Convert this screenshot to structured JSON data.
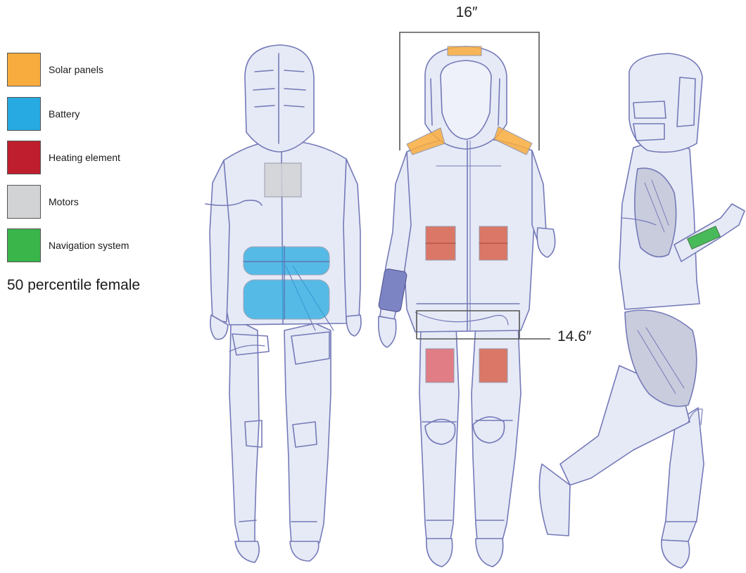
{
  "legend": {
    "items": [
      {
        "label": "Solar panels",
        "color": "#F9AC3E"
      },
      {
        "label": "Battery",
        "color": "#27AAE1"
      },
      {
        "label": "Heating element",
        "color": "#BE1E2D"
      },
      {
        "label": "Motors",
        "color": "#D2D3D5"
      },
      {
        "label": "Navigation system",
        "color": "#39B54A"
      }
    ]
  },
  "caption": "50 percentile female",
  "dimensions": {
    "hood_width": "16″",
    "waist_width": "14.6″"
  },
  "colors": {
    "sketch_line": "#7479B8",
    "suit_fill": "#E6EAF6",
    "dimension_line": "#555555",
    "heating_overlay": "#D9644F"
  }
}
